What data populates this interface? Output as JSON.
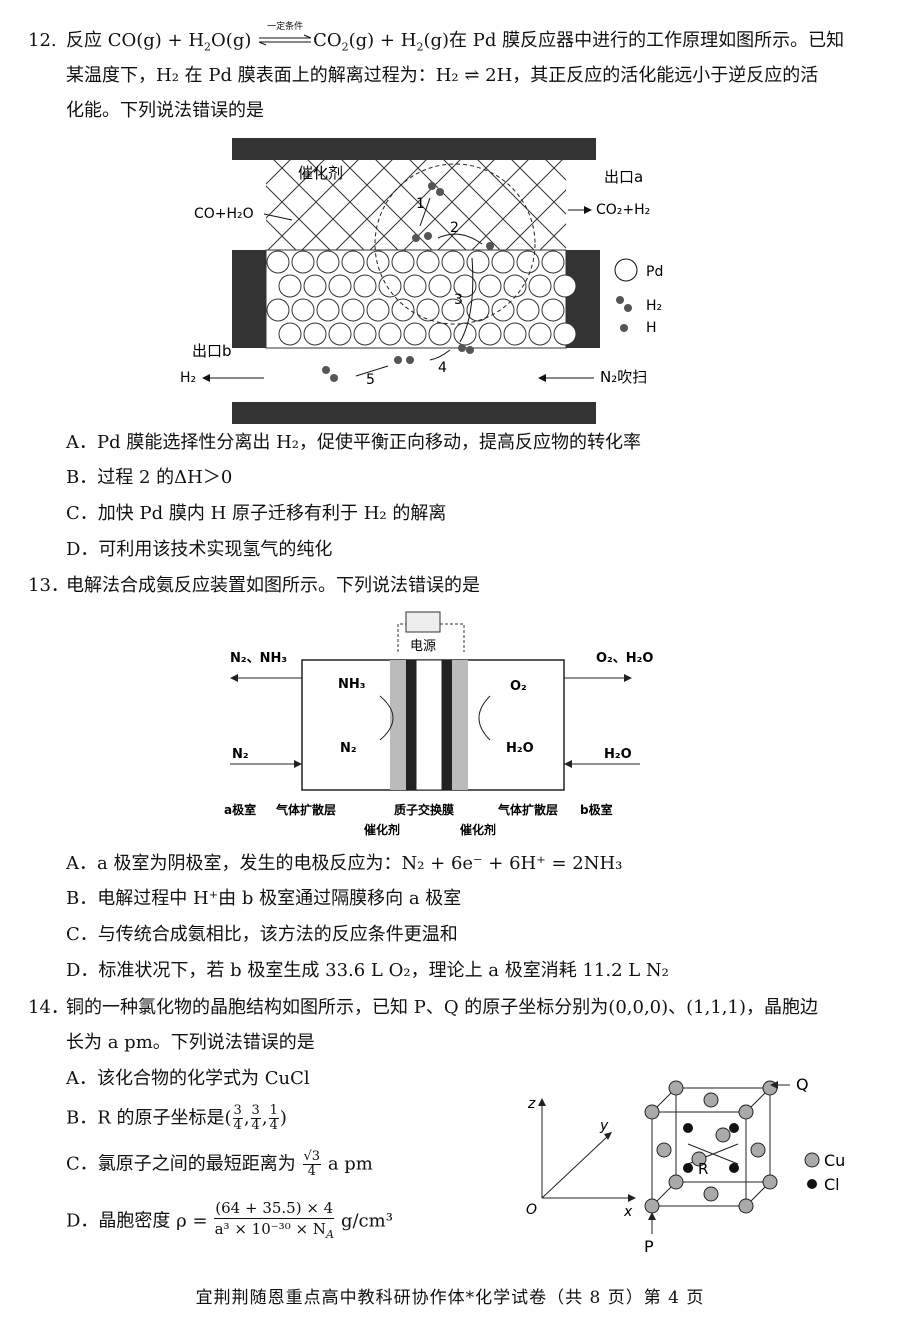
{
  "q12": {
    "number": "12.",
    "line1_before": "反应 CO(g) + H",
    "line1_mid": "O(g)",
    "condition": "一定条件",
    "line1_after": "CO",
    "line1_after2": "(g) + H",
    "line1_after3": "(g)在 Pd 膜反应器中进行的工作原理如图所示。已知",
    "line2": "某温度下，H₂ 在 Pd 膜表面上的解离过程为：H₂ ⇌ 2H，其正反应的活化能远小于逆反应的活",
    "line3": "化能。下列说法错误的是",
    "figure": {
      "catalyst": "催化剂",
      "inlet": "CO+H₂O",
      "outlet_a": "出口a",
      "outlet_a_gas": "CO₂+H₂",
      "outlet_b": "出口b",
      "outlet_b_gas": "H₂",
      "sweep": "N₂吹扫",
      "legend_pd": "Pd",
      "legend_h2": "H₂",
      "legend_h": "H",
      "steps": [
        "1",
        "2",
        "3",
        "4",
        "5"
      ]
    },
    "options": [
      "A．Pd 膜能选择性分离出 H₂，促使平衡正向移动，提高反应物的转化率",
      "B．过程 2 的ΔH＞0",
      "C．加快 Pd 膜内 H 原子迁移有利于 H₂ 的解离",
      "D．可利用该技术实现氢气的纯化"
    ]
  },
  "q13": {
    "number": "13．",
    "stem": "电解法合成氨反应装置如图所示。下列说法错误的是",
    "figure": {
      "power": "电源",
      "left_top": "N₂、NH₃",
      "left_mid": "NH₃",
      "left_low": "N₂",
      "left_in": "N₂",
      "right_top": "O₂、H₂O",
      "right_mid": "O₂",
      "right_low": "H₂O",
      "right_in": "H₂O",
      "label_a": "a极室",
      "label_gdl_l": "气体扩散层",
      "label_pem": "质子交换膜",
      "label_gdl_r": "气体扩散层",
      "label_b": "b极室",
      "label_cat_l": "催化剂",
      "label_cat_r": "催化剂"
    },
    "options": [
      "A．a 极室为阴极室，发生的电极反应为：N₂ + 6e⁻ + 6H⁺ = 2NH₃",
      "B．电解过程中 H⁺由 b 极室通过隔膜移向 a 极室",
      "C．与传统合成氨相比，该方法的反应条件更温和",
      "D．标准状况下，若 b 极室生成 33.6 L O₂，理论上 a 极室消耗 11.2 L N₂"
    ]
  },
  "q14": {
    "number": "14．",
    "line1": "铜的一种氯化物的晶胞结构如图所示，已知 P、Q 的原子坐标分别为(0,0,0)、(1,1,1)，晶胞边",
    "line2": "长为 a pm。下列说法错误的是",
    "optA": "A．该化合物的化学式为 CuCl",
    "optB_pre": "B．R 的原子坐标是(",
    "optB_fracs": [
      [
        "3",
        "4"
      ],
      [
        "3",
        "4"
      ],
      [
        "1",
        "4"
      ]
    ],
    "optB_post": ")",
    "optC_pre": "C．氯原子之间的最短距离为",
    "optC_num": "√3",
    "optC_den": "4",
    "optC_post": "a  pm",
    "optD_pre": "D．晶胞密度  ρ =",
    "optD_num": "(64 + 35.5) × 4",
    "optD_den": "a³ × 10⁻³⁰ × N",
    "optD_den_sub": "A",
    "optD_unit": "g/cm³",
    "figure": {
      "z": "z",
      "y": "y",
      "x": "x",
      "o": "O",
      "q": "Q",
      "r": "R",
      "p": "P",
      "legend_cu": "Cu",
      "legend_cl": "Cl"
    }
  },
  "footer": "宜荆荆随恩重点高中教科研协作体*化学试卷（共 8 页）第 4 页"
}
